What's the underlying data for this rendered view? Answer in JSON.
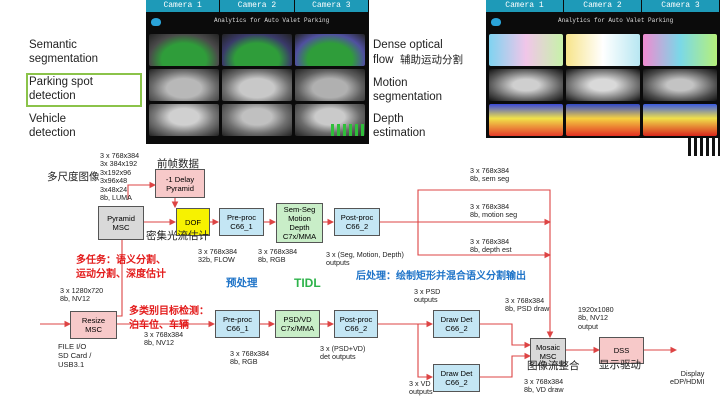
{
  "left_panel": {
    "tabs": [
      "Camera 1",
      "Camera 2",
      "Camera 3"
    ],
    "title": "Analytics for Auto Valet Parking"
  },
  "right_panel": {
    "tabs": [
      "Camera 1",
      "Camera 2",
      "Camera 3"
    ],
    "title": "Analytics for Auto Valet Parking"
  },
  "labels_left": {
    "semantic": "Semantic\nsegmentation",
    "parking": "Parking spot\ndetection",
    "vehicle": "Vehicle\ndetection"
  },
  "labels_right": {
    "dense_flow_1": "Dense optical",
    "dense_flow_2": "flow",
    "dense_flow_cn": "辅助运动分割",
    "motion": "Motion\nsegmentation",
    "depth": "Depth\nestimation"
  },
  "pyramid_sizes": "3 x 768x384\n3x 384x192\n3x192x96\n3x96x48\n3x48x24\n8b, LUMA",
  "multi_scale_cn": "多尺度图像",
  "prev_frame_cn": "前帧数据",
  "delay_box": "-1 Delay\nPyramid",
  "pyramid_box": "Pyramid\nMSC",
  "dof_box": "DOF",
  "dof_cn": "密集光流估计",
  "preproc1_box": "Pre-proc\nC66_1",
  "semseg_box": "Sem-Seg\nMotion\nDepth\nC7x/MMA",
  "postproc1_box": "Post-proc\nC66_2",
  "resize_box": "Resize\nMSC",
  "preproc2_box": "Pre-proc\nC66_1",
  "psdvd_box": "PSD/VD\nC7x/MMA",
  "postproc2_box": "Post-proc\nC66_2",
  "drawdet1_box": "Draw Det\nC66_2",
  "drawdet2_box": "Draw Det\nC66_2",
  "mosaic_box": "Mosaic\nMSC",
  "dss_box": "DSS",
  "mosaic_cn": "图像流整合",
  "dss_cn": "显示驱动",
  "ann_flow": "3 x 768x384\n32b, FLOW",
  "ann_rgb1": "3 x 768x384\n8b, RGB",
  "ann_segout": "3 x (Seg, Motion, Depth)\noutputs",
  "ann_semseg": "3 x 768x384\n8b, sem seg",
  "ann_motion": "3 x 768x384\n8b, motion seg",
  "ann_depth": "3 x 768x384\n8b, depth est",
  "ann_input": "3 x 1280x720\n8b, NV12",
  "ann_file": "FILE I/O\nSD Card /\nUSB3.1",
  "ann_nv12": "3 x 768x384\n8b, NV12",
  "ann_rgb2": "3 x 768x384\n8b, RGB",
  "ann_psdvd_out": "3 x (PSD+VD)\ndet outputs",
  "ann_psd_out": "3 x PSD\noutputs",
  "ann_vd_out": "3 x VD\noutputs",
  "ann_psd_draw": "3 x 768x384\n8b, PSD draw",
  "ann_vd_draw": "3 x 768x384\n8b, VD draw",
  "ann_1920": "1920x1080\n8b, NV12\noutput",
  "ann_display": "Display\neDP/HDMI",
  "red_multitask": "多任务：语义分割、\n运动分割、深度估计",
  "red_multiclass": "多类别目标检测：\n泊车位、车辆",
  "blue_preproc": "预处理",
  "green_tidl": "TIDL",
  "blue_postproc": "后处理：绘制矩形并混合语义分割输出",
  "colors": {
    "box_blue": "#c4e6f4",
    "box_green": "#c9eec8",
    "box_pink": "#f7c9c9",
    "box_yellow": "#f7f200",
    "red": "#e31b1b",
    "blue_text": "#1f74c8",
    "green_text": "#2db34a",
    "tab": "#1e9ab8"
  }
}
